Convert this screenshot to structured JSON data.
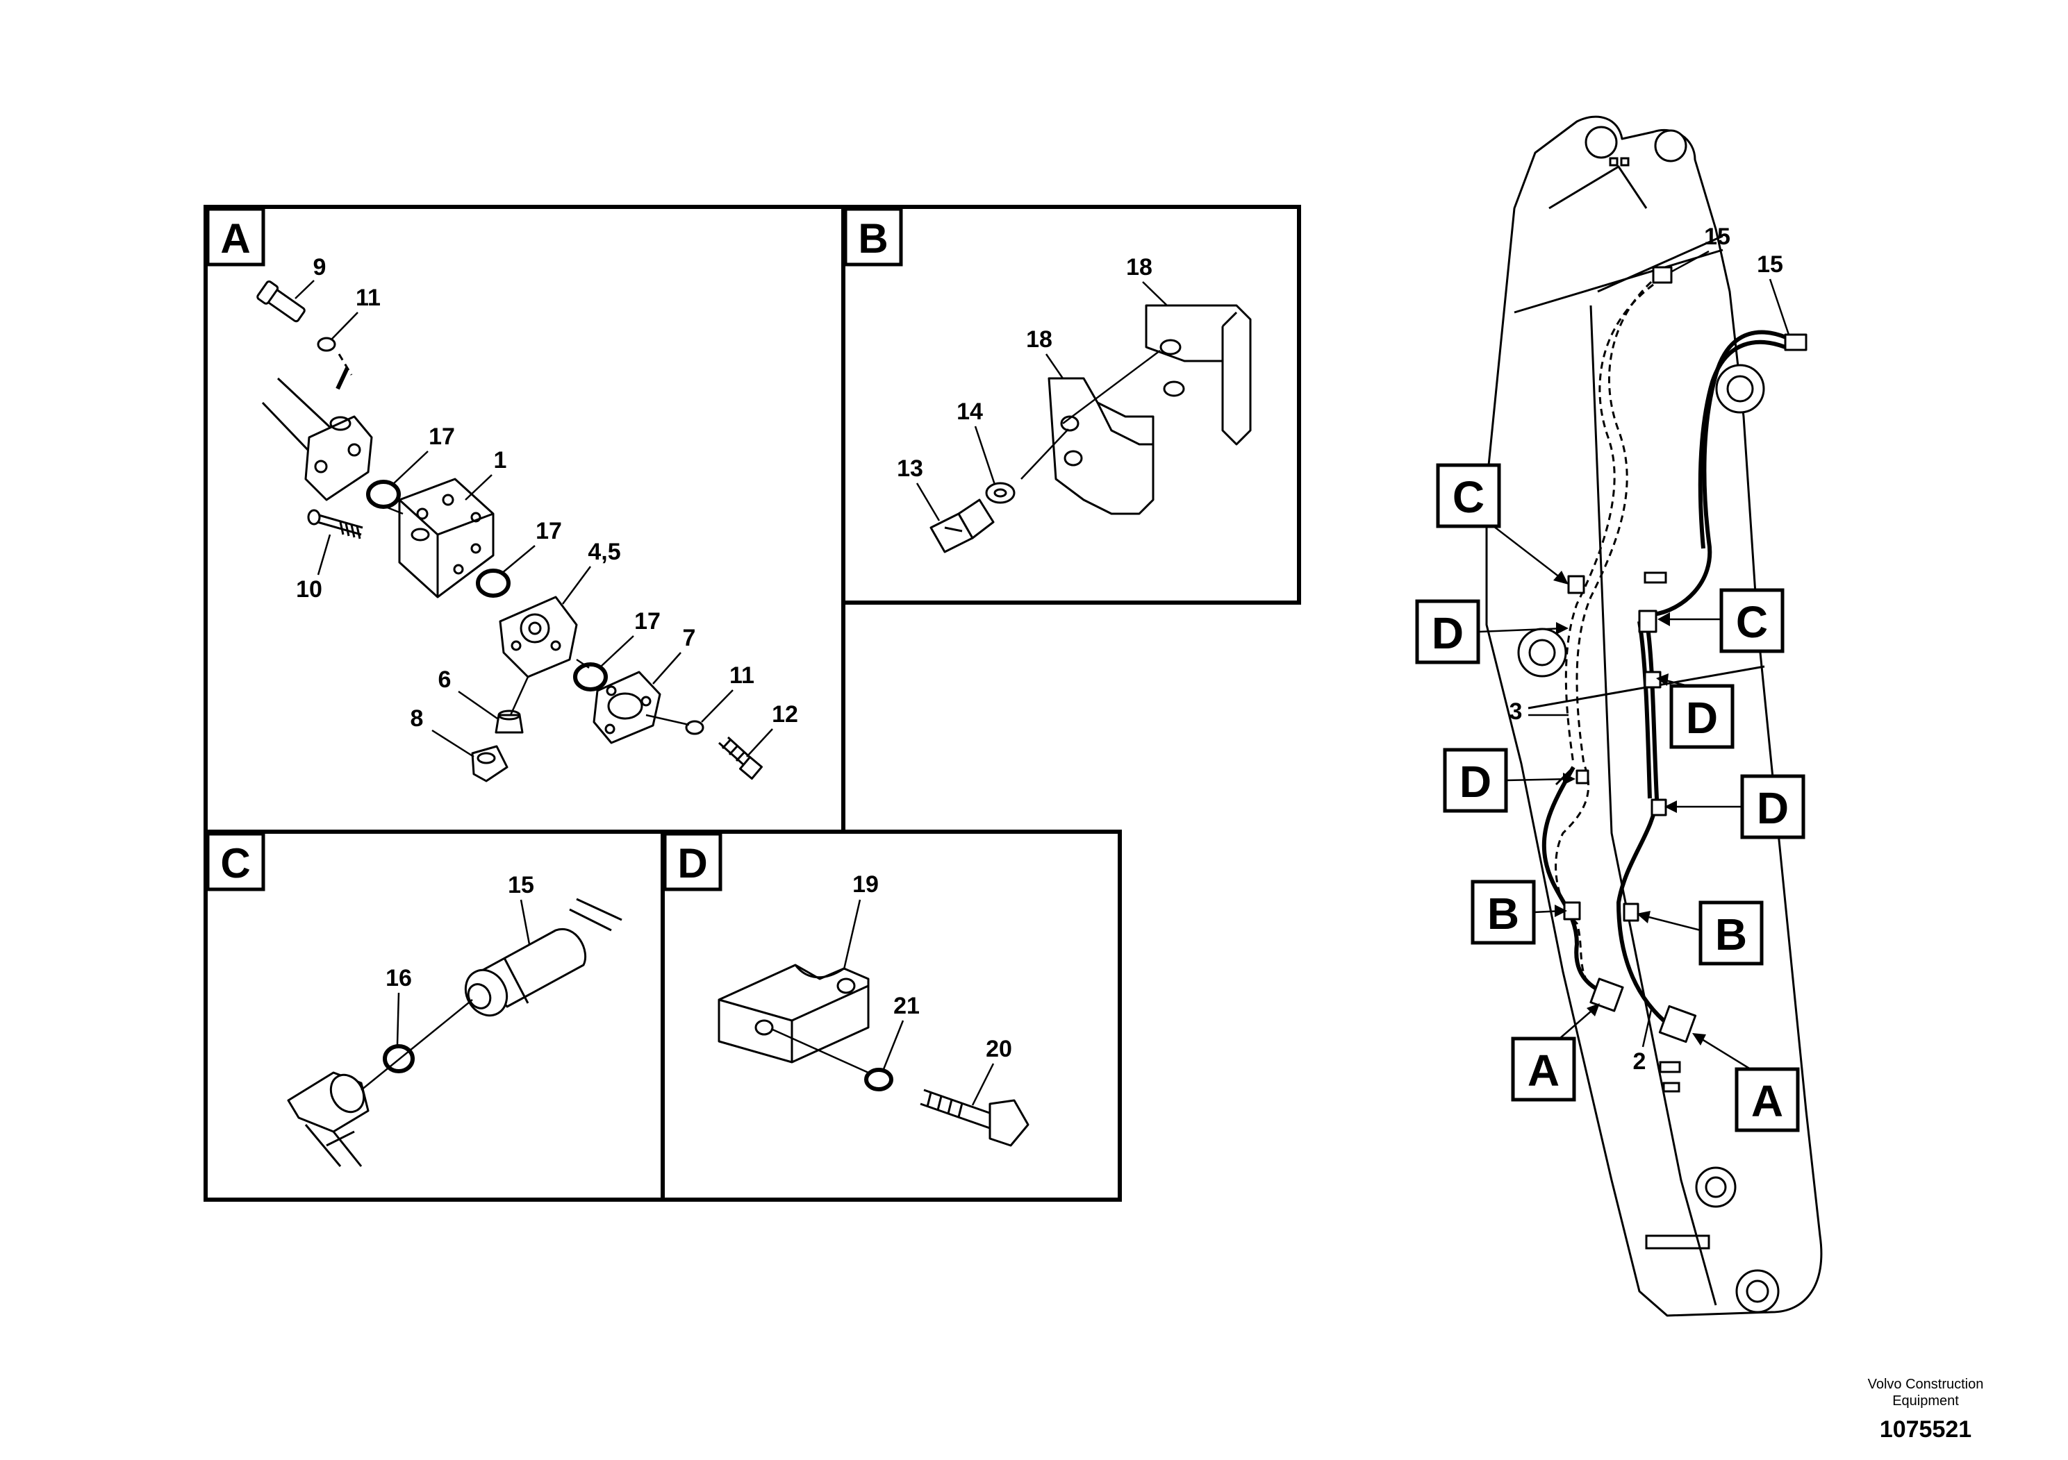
{
  "panels": [
    {
      "letter": "A"
    },
    {
      "letter": "B"
    },
    {
      "letter": "C"
    },
    {
      "letter": "D"
    }
  ],
  "callouts": {
    "a9": "9",
    "a11a": "11",
    "a17a": "17",
    "a1": "1",
    "a17b": "17",
    "a10": "10",
    "a45": "4,5",
    "a17c": "17",
    "a7": "7",
    "a6": "6",
    "a11b": "11",
    "a8": "8",
    "a12": "12",
    "b18a": "18",
    "b18b": "18",
    "b14": "14",
    "b13": "13",
    "c15": "15",
    "c16": "16",
    "d19": "19",
    "d21": "21",
    "d20": "20",
    "m15a": "15",
    "m15b": "15",
    "m3": "3",
    "m2": "2"
  },
  "boom_labels": [
    {
      "letter": "C"
    },
    {
      "letter": "C"
    },
    {
      "letter": "D"
    },
    {
      "letter": "D"
    },
    {
      "letter": "D"
    },
    {
      "letter": "D"
    },
    {
      "letter": "B"
    },
    {
      "letter": "B"
    },
    {
      "letter": "A"
    },
    {
      "letter": "A"
    }
  ],
  "footer": {
    "brand_line1": "Volvo Construction",
    "brand_line2": "Equipment",
    "number": "1075521"
  }
}
